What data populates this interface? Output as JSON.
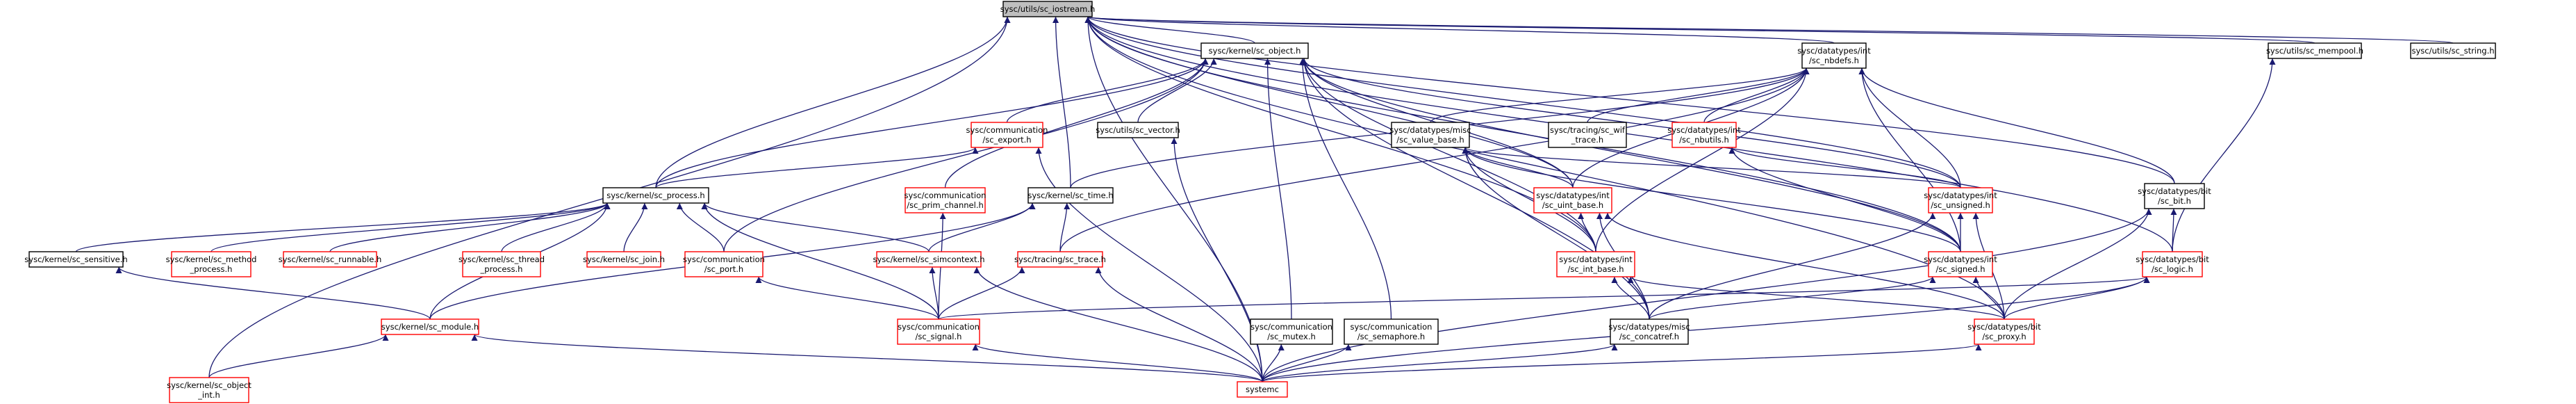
{
  "colors": {
    "edge": "#191970",
    "border_red": "#ff0000",
    "border_black": "#000000",
    "root_fill": "#bfbfbf",
    "node_fill": "#ffffff",
    "text": "#000000"
  },
  "nodes": [
    {
      "id": "sc_iostream",
      "lines": [
        "sysc/utils/sc_iostream.h"
      ],
      "style": "root"
    },
    {
      "id": "sc_object",
      "lines": [
        "sysc/kernel/sc_object.h"
      ],
      "style": "black"
    },
    {
      "id": "sc_nbdefs",
      "lines": [
        "sysc/datatypes/int",
        "/sc_nbdefs.h"
      ],
      "style": "black"
    },
    {
      "id": "sc_mempool",
      "lines": [
        "sysc/utils/sc_mempool.h"
      ],
      "style": "black"
    },
    {
      "id": "sc_string",
      "lines": [
        "sysc/utils/sc_string.h"
      ],
      "style": "black"
    },
    {
      "id": "sc_export",
      "lines": [
        "sysc/communication",
        "/sc_export.h"
      ],
      "style": "red"
    },
    {
      "id": "sc_vector",
      "lines": [
        "sysc/utils/sc_vector.h"
      ],
      "style": "black"
    },
    {
      "id": "sc_value_base",
      "lines": [
        "sysc/datatypes/misc",
        "/sc_value_base.h"
      ],
      "style": "black"
    },
    {
      "id": "sc_wif_trace",
      "lines": [
        "sysc/tracing/sc_wif",
        "_trace.h"
      ],
      "style": "black"
    },
    {
      "id": "sc_nbutils",
      "lines": [
        "sysc/datatypes/int",
        "/sc_nbutils.h"
      ],
      "style": "red"
    },
    {
      "id": "sc_process",
      "lines": [
        "sysc/kernel/sc_process.h"
      ],
      "style": "black"
    },
    {
      "id": "sc_prim_channel",
      "lines": [
        "sysc/communication",
        "/sc_prim_channel.h"
      ],
      "style": "red"
    },
    {
      "id": "sc_time",
      "lines": [
        "sysc/kernel/sc_time.h"
      ],
      "style": "black"
    },
    {
      "id": "sc_uint_base",
      "lines": [
        "sysc/datatypes/int",
        "/sc_uint_base.h"
      ],
      "style": "red"
    },
    {
      "id": "sc_unsigned",
      "lines": [
        "sysc/datatypes/int",
        "/sc_unsigned.h"
      ],
      "style": "red"
    },
    {
      "id": "sc_bit",
      "lines": [
        "sysc/datatypes/bit",
        "/sc_bit.h"
      ],
      "style": "black"
    },
    {
      "id": "sc_sensitive",
      "lines": [
        "sysc/kernel/sc_sensitive.h"
      ],
      "style": "black"
    },
    {
      "id": "sc_method_process",
      "lines": [
        "sysc/kernel/sc_method",
        "_process.h"
      ],
      "style": "red"
    },
    {
      "id": "sc_runnable",
      "lines": [
        "sysc/kernel/sc_runnable.h"
      ],
      "style": "red"
    },
    {
      "id": "sc_thread_process",
      "lines": [
        "sysc/kernel/sc_thread",
        "_process.h"
      ],
      "style": "red"
    },
    {
      "id": "sc_join",
      "lines": [
        "sysc/kernel/sc_join.h"
      ],
      "style": "red"
    },
    {
      "id": "sc_port",
      "lines": [
        "sysc/communication",
        "/sc_port.h"
      ],
      "style": "red"
    },
    {
      "id": "sc_simcontext",
      "lines": [
        "sysc/kernel/sc_simcontext.h"
      ],
      "style": "red"
    },
    {
      "id": "sc_trace",
      "lines": [
        "sysc/tracing/sc_trace.h"
      ],
      "style": "red"
    },
    {
      "id": "sc_int_base",
      "lines": [
        "sysc/datatypes/int",
        "/sc_int_base.h"
      ],
      "style": "red"
    },
    {
      "id": "sc_signed",
      "lines": [
        "sysc/datatypes/int",
        "/sc_signed.h"
      ],
      "style": "red"
    },
    {
      "id": "sc_logic",
      "lines": [
        "sysc/datatypes/bit",
        "/sc_logic.h"
      ],
      "style": "red"
    },
    {
      "id": "sc_module",
      "lines": [
        "sysc/kernel/sc_module.h"
      ],
      "style": "red"
    },
    {
      "id": "sc_signal",
      "lines": [
        "sysc/communication",
        "/sc_signal.h"
      ],
      "style": "red"
    },
    {
      "id": "sc_mutex",
      "lines": [
        "sysc/communication",
        "/sc_mutex.h"
      ],
      "style": "black"
    },
    {
      "id": "sc_semaphore",
      "lines": [
        "sysc/communication",
        "/sc_semaphore.h"
      ],
      "style": "black"
    },
    {
      "id": "sc_concatref",
      "lines": [
        "sysc/datatypes/misc",
        "/sc_concatref.h"
      ],
      "style": "black"
    },
    {
      "id": "sc_proxy",
      "lines": [
        "sysc/datatypes/bit",
        "/sc_proxy.h"
      ],
      "style": "red"
    },
    {
      "id": "sc_object_int",
      "lines": [
        "sysc/kernel/sc_object",
        "_int.h"
      ],
      "style": "red"
    },
    {
      "id": "systemc",
      "lines": [
        "systemc"
      ],
      "style": "red"
    }
  ],
  "edges": [
    [
      "sc_object",
      "sc_iostream"
    ],
    [
      "sc_nbdefs",
      "sc_iostream"
    ],
    [
      "sc_mempool",
      "sc_iostream"
    ],
    [
      "sc_string",
      "sc_iostream"
    ],
    [
      "sc_process",
      "sc_iostream"
    ],
    [
      "sc_time",
      "sc_iostream"
    ],
    [
      "sc_uint_base",
      "sc_iostream"
    ],
    [
      "sc_unsigned",
      "sc_iostream"
    ],
    [
      "sc_bit",
      "sc_iostream"
    ],
    [
      "sc_int_base",
      "sc_iostream"
    ],
    [
      "sc_signed",
      "sc_iostream"
    ],
    [
      "sc_logic",
      "sc_iostream"
    ],
    [
      "sc_proxy",
      "sc_iostream"
    ],
    [
      "sc_object_int",
      "sc_iostream"
    ],
    [
      "systemc",
      "sc_iostream"
    ],
    [
      "sc_export",
      "sc_object"
    ],
    [
      "sc_vector",
      "sc_object"
    ],
    [
      "sc_process",
      "sc_object"
    ],
    [
      "sc_prim_channel",
      "sc_object"
    ],
    [
      "sc_port",
      "sc_object"
    ],
    [
      "sc_uint_base",
      "sc_object"
    ],
    [
      "sc_unsigned",
      "sc_object"
    ],
    [
      "sc_int_base",
      "sc_object"
    ],
    [
      "sc_signed",
      "sc_object"
    ],
    [
      "sc_mutex",
      "sc_object"
    ],
    [
      "sc_semaphore",
      "sc_object"
    ],
    [
      "sc_concatref",
      "sc_object"
    ],
    [
      "sc_value_base",
      "sc_nbdefs"
    ],
    [
      "sc_wif_trace",
      "sc_nbdefs"
    ],
    [
      "sc_nbutils",
      "sc_nbdefs"
    ],
    [
      "sc_time",
      "sc_nbdefs"
    ],
    [
      "sc_uint_base",
      "sc_nbdefs"
    ],
    [
      "sc_unsigned",
      "sc_nbdefs"
    ],
    [
      "sc_bit",
      "sc_nbdefs"
    ],
    [
      "sc_trace",
      "sc_nbdefs"
    ],
    [
      "sc_int_base",
      "sc_nbdefs"
    ],
    [
      "sc_signed",
      "sc_nbdefs"
    ],
    [
      "sc_logic",
      "sc_mempool"
    ],
    [
      "sc_process",
      "sc_export"
    ],
    [
      "systemc",
      "sc_export"
    ],
    [
      "systemc",
      "sc_vector"
    ],
    [
      "sc_uint_base",
      "sc_value_base"
    ],
    [
      "sc_unsigned",
      "sc_value_base"
    ],
    [
      "sc_int_base",
      "sc_value_base"
    ],
    [
      "sc_signed",
      "sc_value_base"
    ],
    [
      "sc_concatref",
      "sc_value_base"
    ],
    [
      "sc_unsigned",
      "sc_nbutils"
    ],
    [
      "sc_signed",
      "sc_nbutils"
    ],
    [
      "sc_sensitive",
      "sc_process"
    ],
    [
      "sc_method_process",
      "sc_process"
    ],
    [
      "sc_runnable",
      "sc_process"
    ],
    [
      "sc_thread_process",
      "sc_process"
    ],
    [
      "sc_join",
      "sc_process"
    ],
    [
      "sc_port",
      "sc_process"
    ],
    [
      "sc_simcontext",
      "sc_process"
    ],
    [
      "sc_module",
      "sc_process"
    ],
    [
      "sc_signal",
      "sc_process"
    ],
    [
      "sc_signal",
      "sc_prim_channel"
    ],
    [
      "sc_simcontext",
      "sc_time"
    ],
    [
      "sc_trace",
      "sc_time"
    ],
    [
      "sc_module",
      "sc_time"
    ],
    [
      "sc_int_base",
      "sc_uint_base"
    ],
    [
      "sc_proxy",
      "sc_uint_base"
    ],
    [
      "sc_concatref",
      "sc_uint_base"
    ],
    [
      "sc_signed",
      "sc_unsigned"
    ],
    [
      "sc_proxy",
      "sc_unsigned"
    ],
    [
      "sc_concatref",
      "sc_unsigned"
    ],
    [
      "sc_logic",
      "sc_bit"
    ],
    [
      "sc_proxy",
      "sc_bit"
    ],
    [
      "systemc",
      "sc_bit"
    ],
    [
      "sc_module",
      "sc_sensitive"
    ],
    [
      "sc_signal",
      "sc_port"
    ],
    [
      "sc_signal",
      "sc_simcontext"
    ],
    [
      "systemc",
      "sc_simcontext"
    ],
    [
      "sc_signal",
      "sc_trace"
    ],
    [
      "systemc",
      "sc_trace"
    ],
    [
      "sc_concatref",
      "sc_int_base"
    ],
    [
      "sc_proxy",
      "sc_int_base"
    ],
    [
      "sc_proxy",
      "sc_signed"
    ],
    [
      "sc_concatref",
      "sc_signed"
    ],
    [
      "sc_proxy",
      "sc_logic"
    ],
    [
      "systemc",
      "sc_logic"
    ],
    [
      "sc_signal",
      "sc_logic"
    ],
    [
      "sc_object_int",
      "sc_module"
    ],
    [
      "systemc",
      "sc_module"
    ],
    [
      "systemc",
      "sc_signal"
    ],
    [
      "systemc",
      "sc_mutex"
    ],
    [
      "systemc",
      "sc_semaphore"
    ],
    [
      "systemc",
      "sc_concatref"
    ],
    [
      "systemc",
      "sc_proxy"
    ]
  ]
}
